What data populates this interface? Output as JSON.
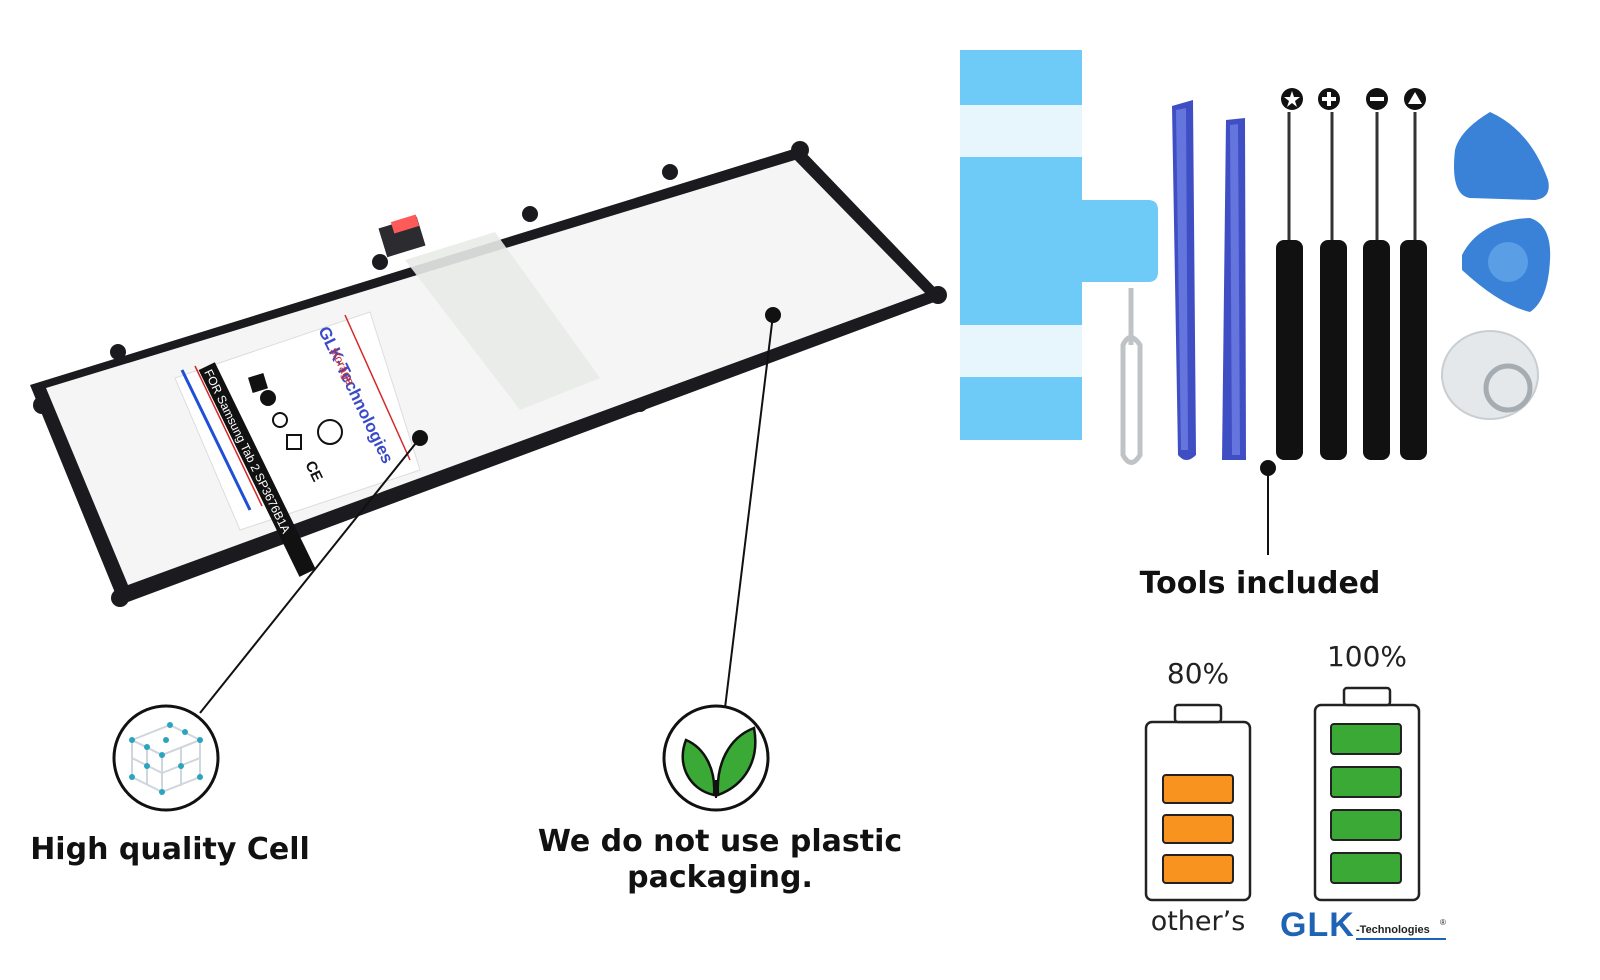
{
  "battery_label": {
    "brand": "GLK-Technologies",
    "model_line": "FOR Samsung Tab 2 SP3676B1A",
    "storage_tag": "storage",
    "ce_mark": "CE"
  },
  "features": {
    "high_quality_cell": "High quality  Cell",
    "no_plastic_line1": "We do not use plastic",
    "no_plastic_line2": "packaging.",
    "tools_included": "Tools included"
  },
  "comparison": {
    "others_percent": "80%",
    "others_label": "other’s",
    "others_segments": 3,
    "others_color": "#f7931e",
    "glk_percent": "100%",
    "glk_brand_main": "GLK",
    "glk_brand_sub": "-Technologies",
    "glk_registered": "®",
    "glk_segments": 4,
    "glk_color": "#3aa935",
    "brand_color": "#1f63b5"
  },
  "icons": {
    "cube": "cube-network-icon",
    "leaf": "leaf-icon",
    "screwdriver_heads": [
      "star-head-icon",
      "phillips-head-icon",
      "flat-head-icon",
      "triangle-head-icon"
    ]
  }
}
